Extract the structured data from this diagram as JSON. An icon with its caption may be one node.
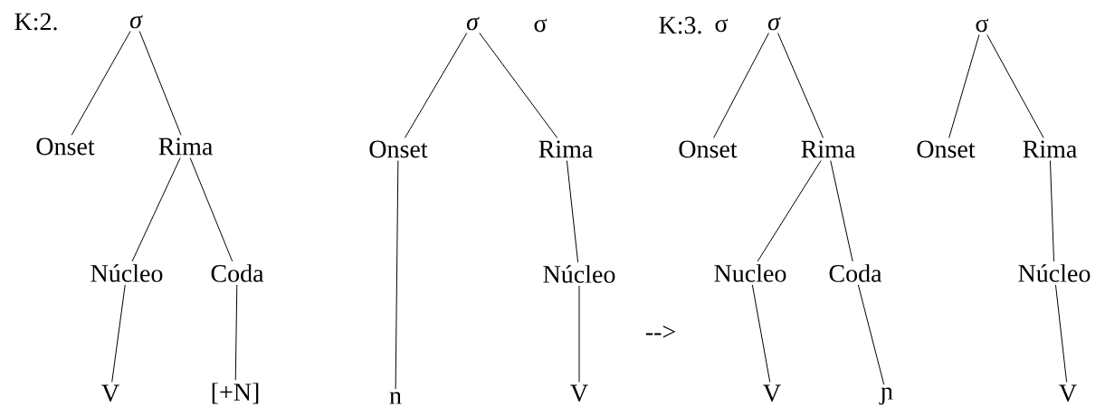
{
  "diagram": {
    "nodes": [
      {
        "text": [
          "σ"
        ]
      },
      {
        "text": [
          "Onset"
        ]
      },
      {
        "text": [
          "Rima"
        ]
      },
      {
        "text": [
          "Núcleo"
        ]
      },
      {
        "text": [
          "Coda"
        ]
      },
      {
        "text": [
          "V"
        ]
      },
      {
        "text": [
          "[+N]"
        ]
      },
      {
        "text": [
          "σ"
        ]
      },
      {
        "text": [
          "Onset"
        ]
      },
      {
        "text": [
          "Rima"
        ]
      },
      {
        "text": [
          "Núcleo"
        ]
      },
      {
        "text": [
          "n"
        ]
      },
      {
        "text": [
          "V"
        ]
      },
      {
        "text": [
          "σ"
        ]
      },
      {
        "text": [
          "Onset"
        ]
      },
      {
        "text": [
          "Rima"
        ]
      },
      {
        "text": [
          "Nucleo"
        ]
      },
      {
        "text": [
          "Coda"
        ]
      },
      {
        "text": [
          "V"
        ]
      },
      {
        "text": [
          "ɲ"
        ]
      },
      {
        "text": [
          "σ"
        ]
      },
      {
        "text": [
          "Onset"
        ]
      },
      {
        "text": [
          "Rima"
        ]
      },
      {
        "text": [
          "Núcleo"
        ]
      },
      {
        "text": [
          "V"
        ]
      }
    ],
    "edges": [
      {
        "from": 0,
        "to": 1,
        "arrow": "none"
      },
      {
        "from": 0,
        "to": 2,
        "arrow": "none"
      },
      {
        "from": 2,
        "to": 3,
        "arrow": "none"
      },
      {
        "from": 2,
        "to": 4,
        "arrow": "none"
      },
      {
        "from": 3,
        "to": 5,
        "arrow": "none"
      },
      {
        "from": 4,
        "to": 6,
        "arrow": "none"
      },
      {
        "from": 7,
        "to": 8,
        "arrow": "none"
      },
      {
        "from": 7,
        "to": 9,
        "arrow": "none"
      },
      {
        "from": 9,
        "to": 10,
        "arrow": "none"
      },
      {
        "from": 8,
        "to": 11,
        "arrow": "none"
      },
      {
        "from": 10,
        "to": 12,
        "arrow": "none"
      },
      {
        "from": 13,
        "to": 14,
        "arrow": "none"
      },
      {
        "from": 13,
        "to": 15,
        "arrow": "none"
      },
      {
        "from": 15,
        "to": 16,
        "arrow": "none"
      },
      {
        "from": 15,
        "to": 17,
        "arrow": "none"
      },
      {
        "from": 16,
        "to": 18,
        "arrow": "none"
      },
      {
        "from": 17,
        "to": 19,
        "arrow": "none"
      },
      {
        "from": 20,
        "to": 21,
        "arrow": "none"
      },
      {
        "from": 20,
        "to": 22,
        "arrow": "none"
      },
      {
        "from": 22,
        "to": 23,
        "arrow": "none"
      },
      {
        "from": 23,
        "to": 24,
        "arrow": "none"
      }
    ],
    "labels": [
      "K:2.",
      "σ",
      "K:3.",
      "σ",
      "-->"
    ]
  }
}
